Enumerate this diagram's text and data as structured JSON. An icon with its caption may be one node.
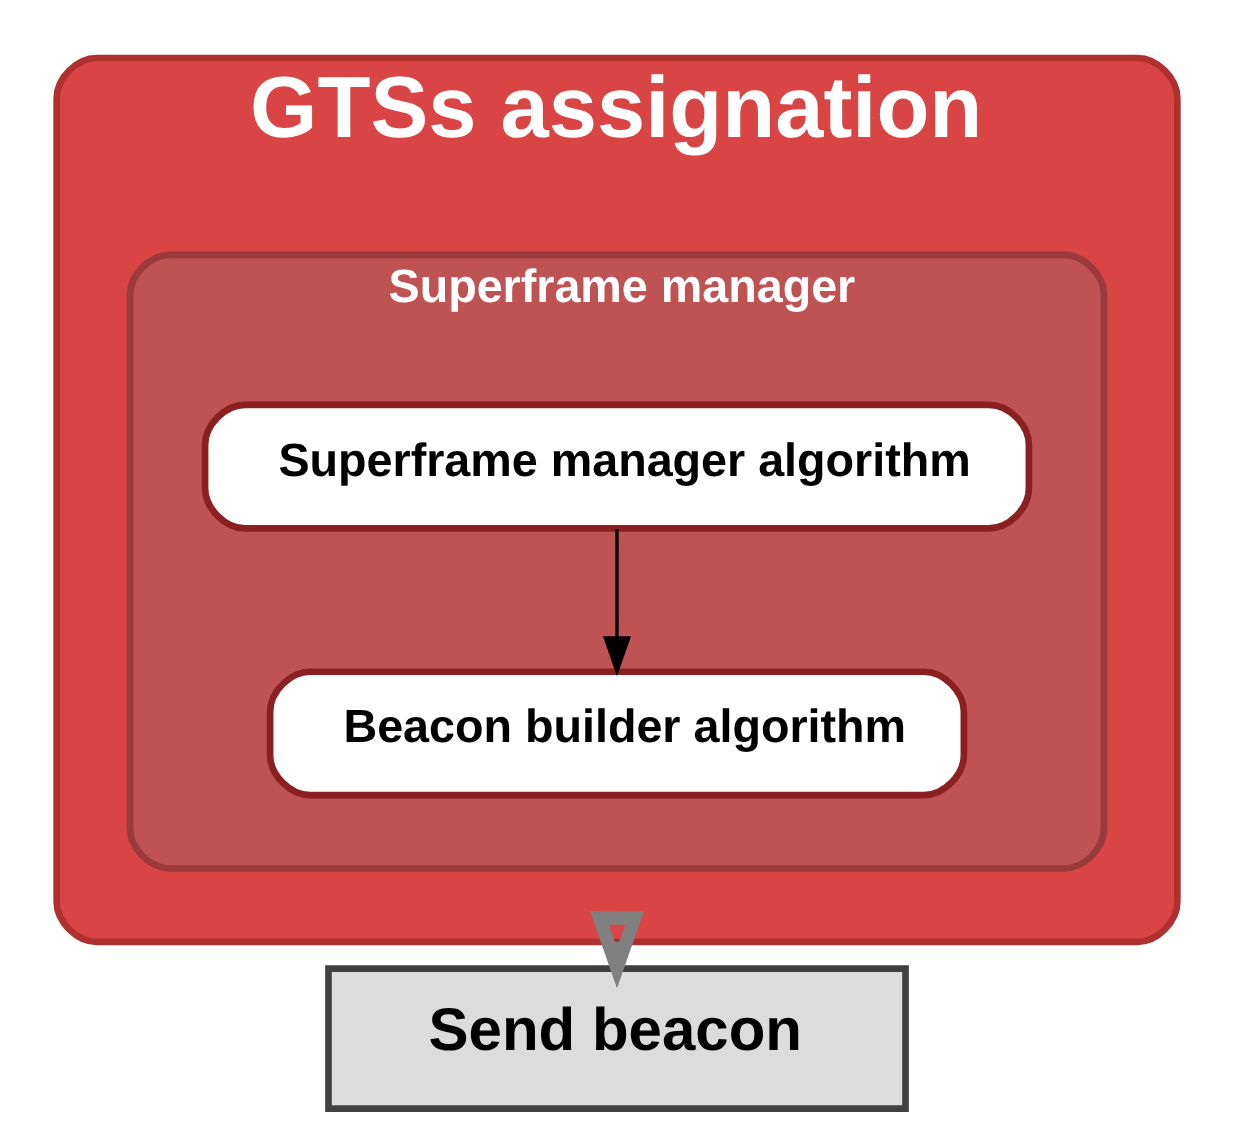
{
  "diagram": {
    "nodes": [
      {
        "text": [
          "GTSs assignation"
        ]
      },
      {
        "text": [
          "Superframe manager"
        ],
        "in": 0
      },
      {
        "text": [
          "Superframe manager algorithm"
        ],
        "in": 1
      },
      {
        "text": [
          "Beacon builder algorithm"
        ],
        "in": 1
      },
      {
        "text": [
          "Send beacon"
        ]
      }
    ],
    "edges": [
      {
        "from": 2,
        "to": 3,
        "arrow": "to"
      },
      {
        "from": 0,
        "to": 4,
        "arrow": "to",
        "style": "thick",
        "color": "#808080"
      }
    ]
  }
}
